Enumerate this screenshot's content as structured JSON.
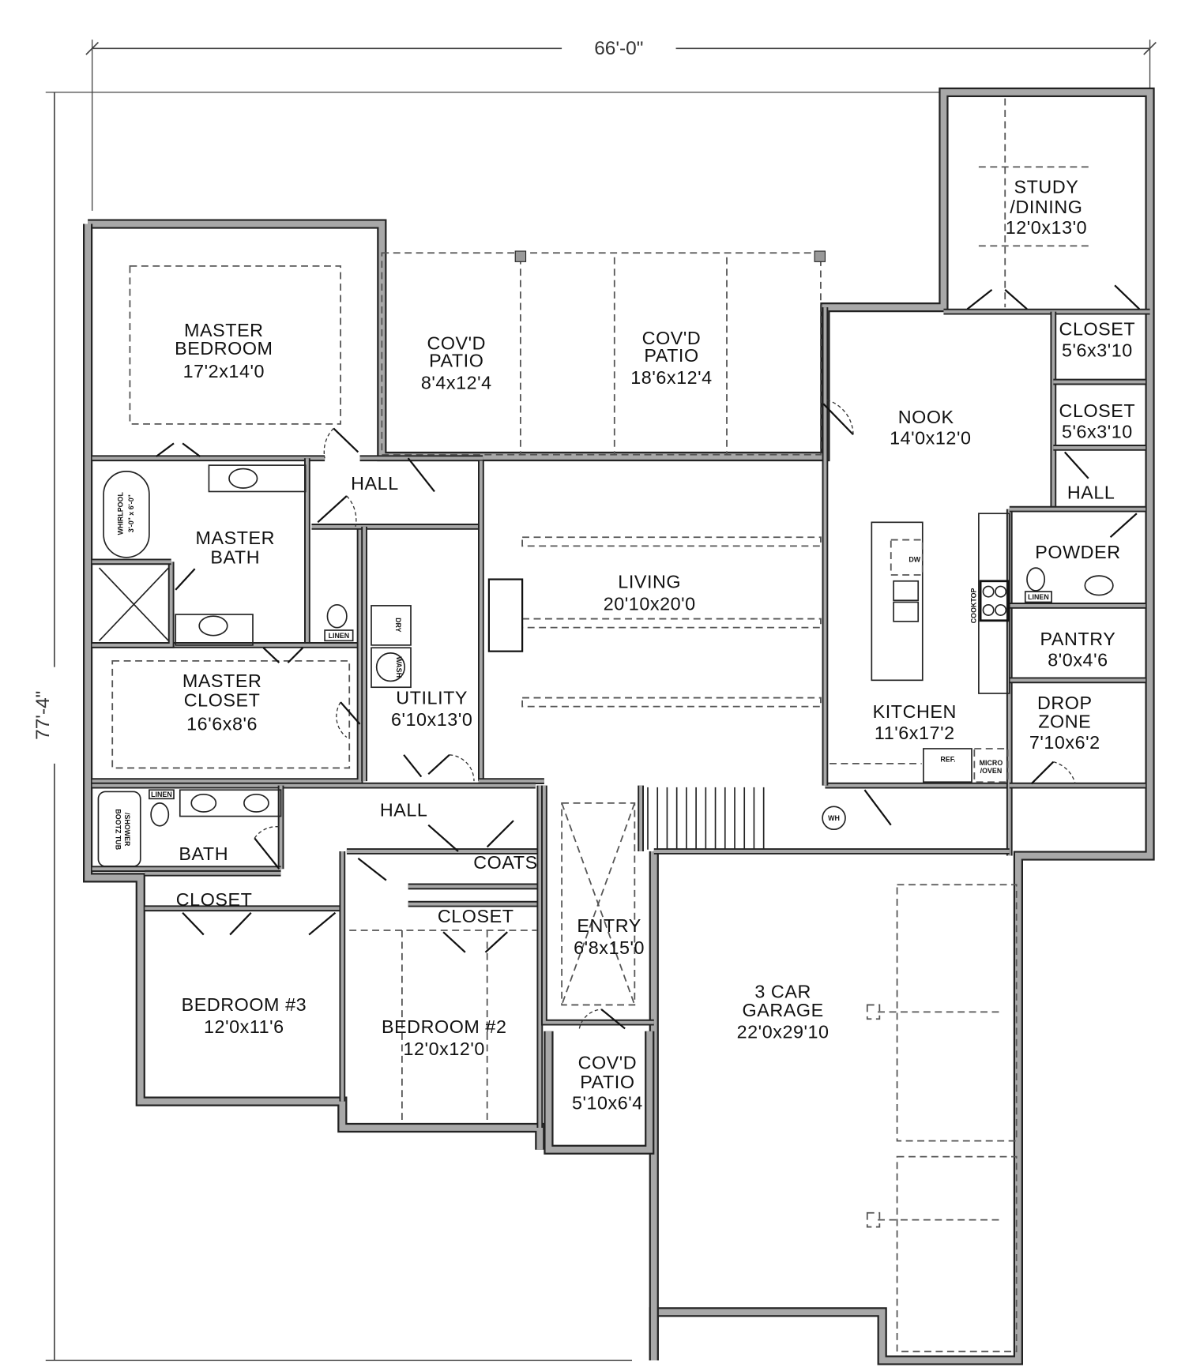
{
  "dimensions": {
    "width": "66'-0\"",
    "depth": "77'-4\""
  },
  "rooms": {
    "master_bedroom": {
      "l1": "MASTER",
      "l2": "BEDROOM",
      "size": "17'2x14'0"
    },
    "patio_left": {
      "l1": "COV'D",
      "l2": "PATIO",
      "size": "8'4x12'4"
    },
    "patio_right": {
      "l1": "COV'D",
      "l2": "PATIO",
      "size": "18'6x12'4"
    },
    "study": {
      "l1": "STUDY",
      "l2": "/DINING",
      "size": "12'0x13'0"
    },
    "closet1": {
      "l1": "CLOSET",
      "size": "5'6x3'10"
    },
    "closet2": {
      "l1": "CLOSET",
      "size": "5'6x3'10"
    },
    "nook": {
      "l1": "NOOK",
      "size": "14'0x12'0"
    },
    "hall_top": {
      "l1": "HALL"
    },
    "hall_right": {
      "l1": "HALL"
    },
    "hall_mid": {
      "l1": "HALL"
    },
    "master_bath": {
      "l1": "MASTER",
      "l2": "BATH"
    },
    "living": {
      "l1": "LIVING",
      "size": "20'10x20'0"
    },
    "powder": {
      "l1": "POWDER"
    },
    "pantry": {
      "l1": "PANTRY",
      "size": "8'0x4'6"
    },
    "master_closet": {
      "l1": "MASTER",
      "l2": "CLOSET",
      "size": "16'6x8'6"
    },
    "utility": {
      "l1": "UTILITY",
      "size": "6'10x13'0"
    },
    "kitchen": {
      "l1": "KITCHEN",
      "size": "11'6x17'2"
    },
    "drop_zone": {
      "l1": "DROP",
      "l2": "ZONE",
      "size": "7'10x6'2"
    },
    "bath": {
      "l1": "BATH"
    },
    "coats": {
      "l1": "COATS"
    },
    "closet_b3": {
      "l1": "CLOSET"
    },
    "closet_b2": {
      "l1": "CLOSET"
    },
    "entry": {
      "l1": "ENTRY",
      "size": "6'8x15'0"
    },
    "garage": {
      "l1": "3 CAR",
      "l2": "GARAGE",
      "size": "22'0x29'10"
    },
    "bedroom3": {
      "l1": "BEDROOM #3",
      "size": "12'0x11'6"
    },
    "bedroom2": {
      "l1": "BEDROOM #2",
      "size": "12'0x12'0"
    },
    "patio_front": {
      "l1": "COV'D",
      "l2": "PATIO",
      "size": "5'10x6'4"
    }
  },
  "fixtures": {
    "linen": "LINEN",
    "whirlpool": "WHIRLPOOL",
    "whirlpool_size": "3'-0\" x 6'-0\"",
    "dry": "DRY",
    "wash": "WASH",
    "dw": "DW",
    "cooktop": "COOKTOP",
    "ref": "REF.",
    "micro": "MICRO",
    "oven": "/OVEN",
    "wh": "WH",
    "tub1": "BOOTZ TUB",
    "tub2": "/SHOWER"
  }
}
